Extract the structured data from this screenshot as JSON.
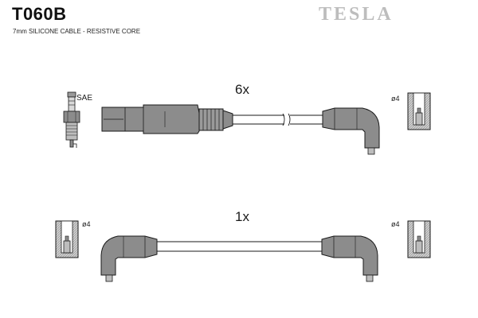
{
  "header": {
    "part_code": "T060B",
    "cable_spec": "7mm SILICONE CABLE - RESISTIVE CORE",
    "brand": "TESLA"
  },
  "set_a": {
    "quantity": "6x",
    "plug_type_label": "SAE",
    "terminal_label": "ø4"
  },
  "set_b": {
    "quantity": "1x",
    "terminal_left_label": "ø4",
    "terminal_right_label": "ø4"
  },
  "colors": {
    "line": "#1a1a1a",
    "fill_gray": "#8c8c8c",
    "fill_light": "#bfbfbf",
    "brand_gray": "#bdbdbd"
  }
}
